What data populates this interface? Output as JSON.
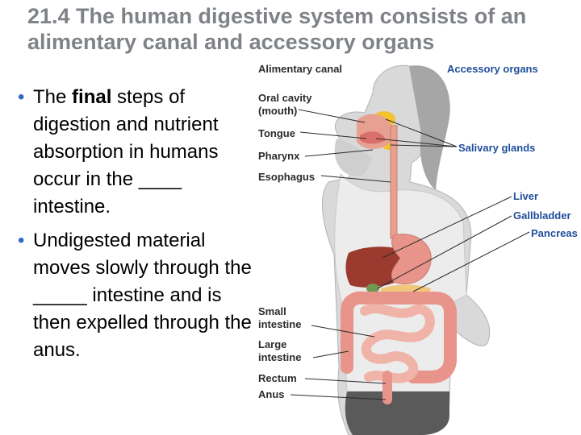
{
  "slide": {
    "title": "21.4 The human digestive system consists of an alimentary canal and accessory organs",
    "bullets": [
      {
        "pre": "The ",
        "bold": "final",
        "post": " steps of digestion and nutrient absorption in humans occur in the ____ intestine."
      },
      {
        "pre": "Undigested material moves slowly through the _____ intestine and is then expelled through the anus.",
        "bold": "",
        "post": ""
      }
    ]
  },
  "figure": {
    "header_left": "Alimentary canal",
    "header_right": "Accessory organs",
    "left_labels": {
      "oral_cavity": "Oral cavity",
      "oral_cavity_sub": "(mouth)",
      "tongue": "Tongue",
      "pharynx": "Pharynx",
      "esophagus": "Esophagus",
      "small_intestine_1": "Small",
      "small_intestine_2": "intestine",
      "large_intestine_1": "Large",
      "large_intestine_2": "intestine",
      "rectum": "Rectum",
      "anus": "Anus"
    },
    "right_labels": {
      "salivary_glands": "Salivary glands",
      "liver": "Liver",
      "gallbladder": "Gallbladder",
      "pancreas": "Pancreas"
    },
    "colors": {
      "title": "#7f8287",
      "bullet": "#3366cc",
      "accessory_label": "#1f4e9b",
      "canal": "#e8a090",
      "liver": "#9b3a2e",
      "salivary": "#f2c230",
      "skin": "#d9d9d9"
    }
  }
}
